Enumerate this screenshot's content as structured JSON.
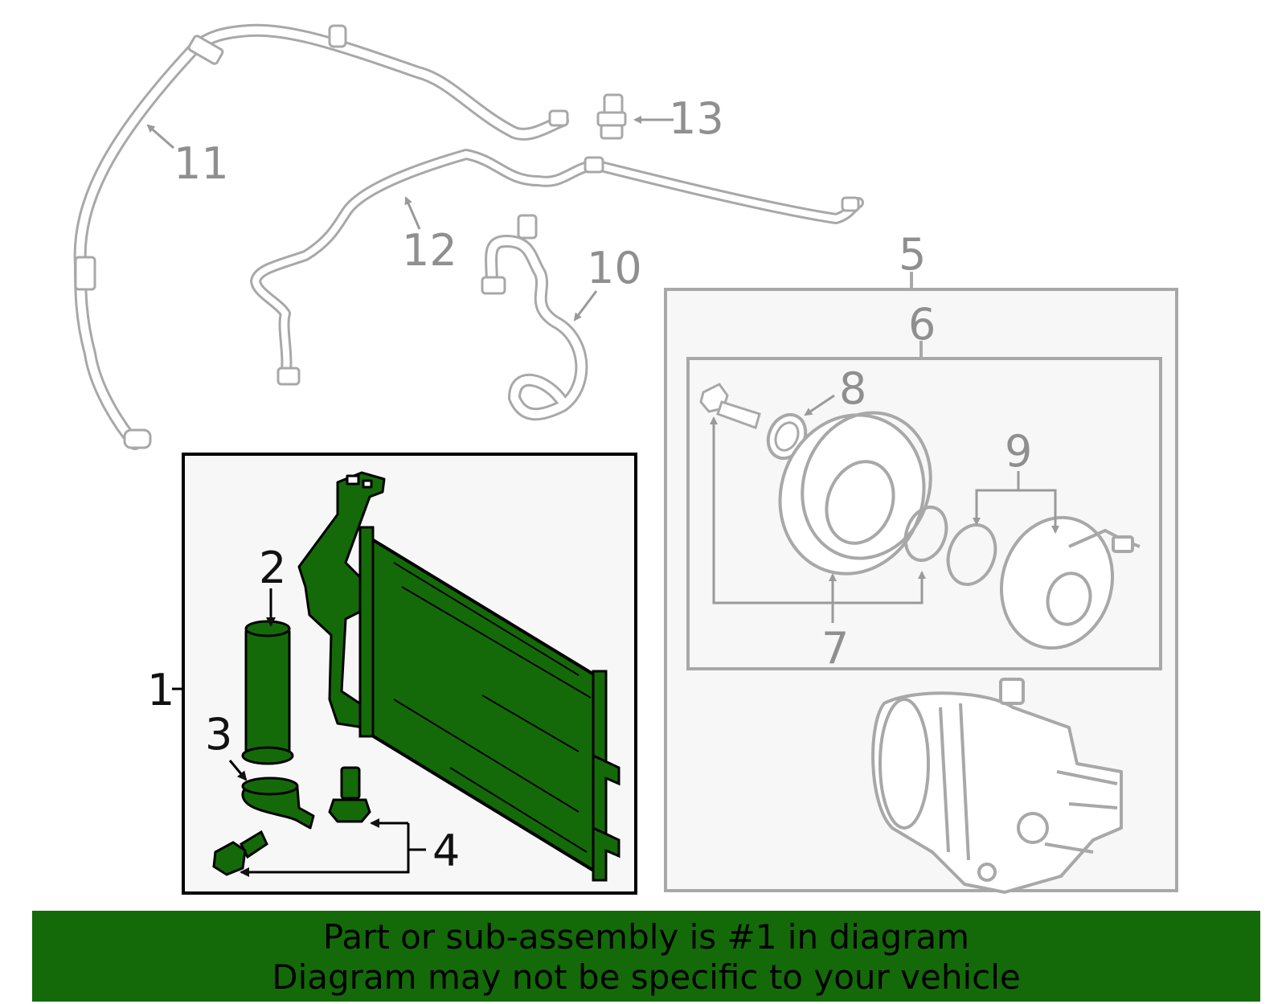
{
  "callouts": {
    "c1": "1",
    "c2": "2",
    "c3": "3",
    "c4": "4",
    "c5": "5",
    "c6": "6",
    "c7": "7",
    "c8": "8",
    "c9": "9",
    "c10": "10",
    "c11": "11",
    "c12": "12",
    "c13": "13"
  },
  "banner": {
    "line1": "Part or sub-assembly is #1 in diagram",
    "line2": "Diagram may not be specific to your vehicle"
  },
  "colors": {
    "highlight": "#146a09",
    "outline_grey": "#a8a8a8",
    "panel_bg": "#f7f7f7"
  }
}
